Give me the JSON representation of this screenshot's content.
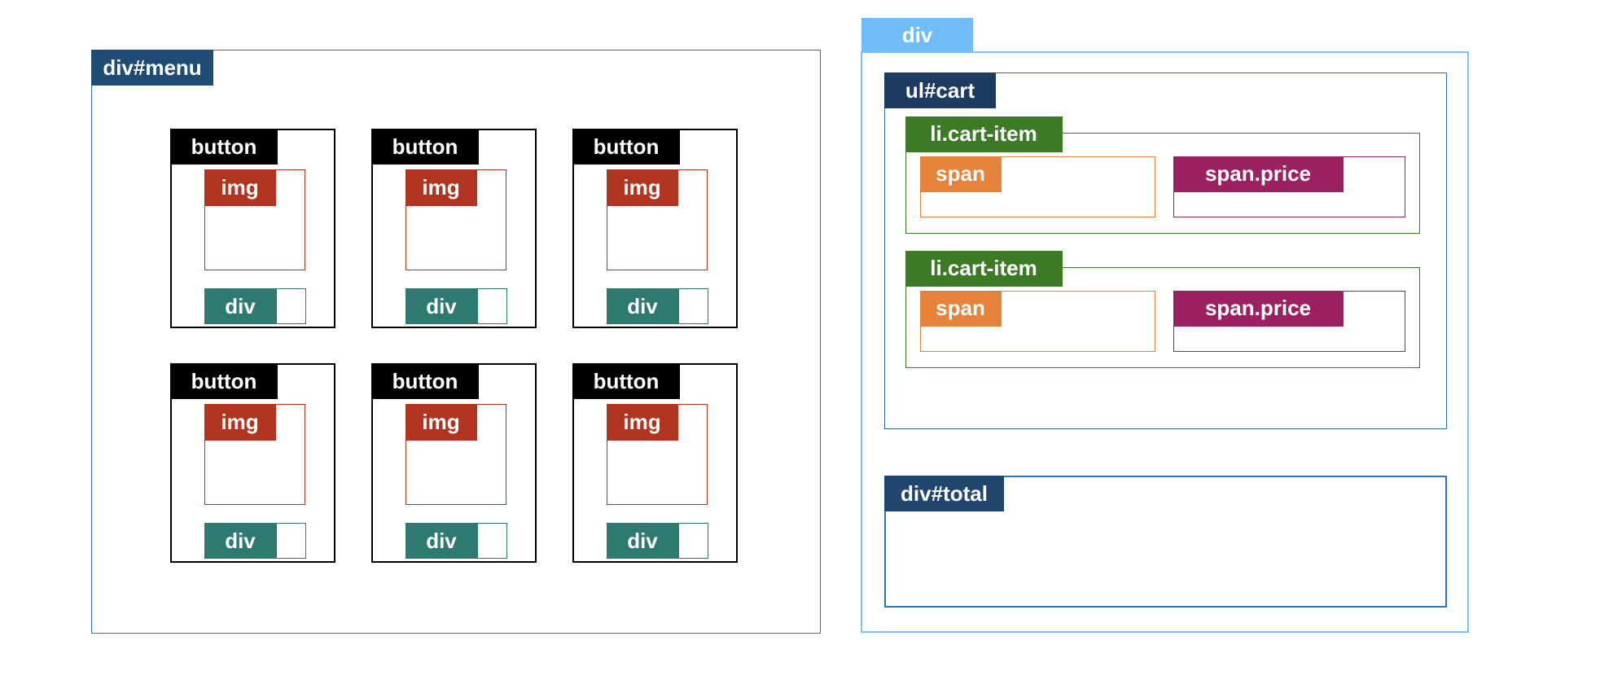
{
  "colors": {
    "black": "#000000",
    "menuNavy": "#1F4B75",
    "cartNavy": "#1E3C60",
    "totalNavy": "#20466E",
    "tabBlue": "#70BCF6",
    "outerBorder": "#7CC3F9",
    "menuBorder": "#2E75B6",
    "cartBorder": "#2E6DA4",
    "totalBorder": "#2E74B5",
    "red": "#B0341F",
    "teal": "#2F7A70",
    "green": "#3C7A26",
    "orange": "#E6823A",
    "magenta": "#9C2161"
  },
  "menu": {
    "tag": "div#menu",
    "buttons": [
      {
        "tag": "button",
        "img_tag": "img",
        "div_tag": "div"
      },
      {
        "tag": "button",
        "img_tag": "img",
        "div_tag": "div"
      },
      {
        "tag": "button",
        "img_tag": "img",
        "div_tag": "div"
      },
      {
        "tag": "button",
        "img_tag": "img",
        "div_tag": "div"
      },
      {
        "tag": "button",
        "img_tag": "img",
        "div_tag": "div"
      },
      {
        "tag": "button",
        "img_tag": "img",
        "div_tag": "div"
      }
    ]
  },
  "wrapper": {
    "tag": "div",
    "cart": {
      "tag": "ul#cart",
      "items": [
        {
          "tag": "li.cart-item",
          "span_tag": "span",
          "price_tag": "span.price"
        },
        {
          "tag": "li.cart-item",
          "span_tag": "span",
          "price_tag": "span.price"
        }
      ]
    },
    "total": {
      "tag": "div#total"
    }
  }
}
